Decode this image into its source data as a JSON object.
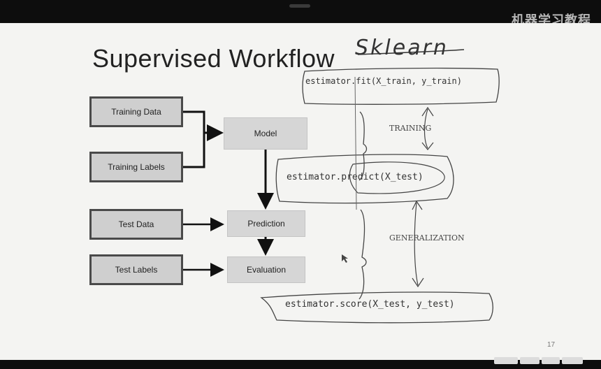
{
  "watermark": "机器学习教程",
  "slide": {
    "title": "Supervised Workflow",
    "handwritten": "Sklearn",
    "page_number": "17",
    "boxes": {
      "training_data": "Training Data",
      "training_labels": "Training Labels",
      "model": "Model",
      "test_data": "Test Data",
      "prediction": "Prediction",
      "test_labels": "Test Labels",
      "evaluation": "Evaluation"
    },
    "code": {
      "fit": "estimator.fit(X_train, y_train)",
      "predict": "estimator.predict(X_test)",
      "score": "estimator.score(X_test, y_test)"
    },
    "labels": {
      "training": "TRAINING",
      "generalization": "GENERALIZATION"
    }
  },
  "colors": {
    "slide_bg": "#f4f4f2",
    "box_fill": "#cfcfcf",
    "box_border": "#4a4a4a",
    "ink": "#222222"
  }
}
